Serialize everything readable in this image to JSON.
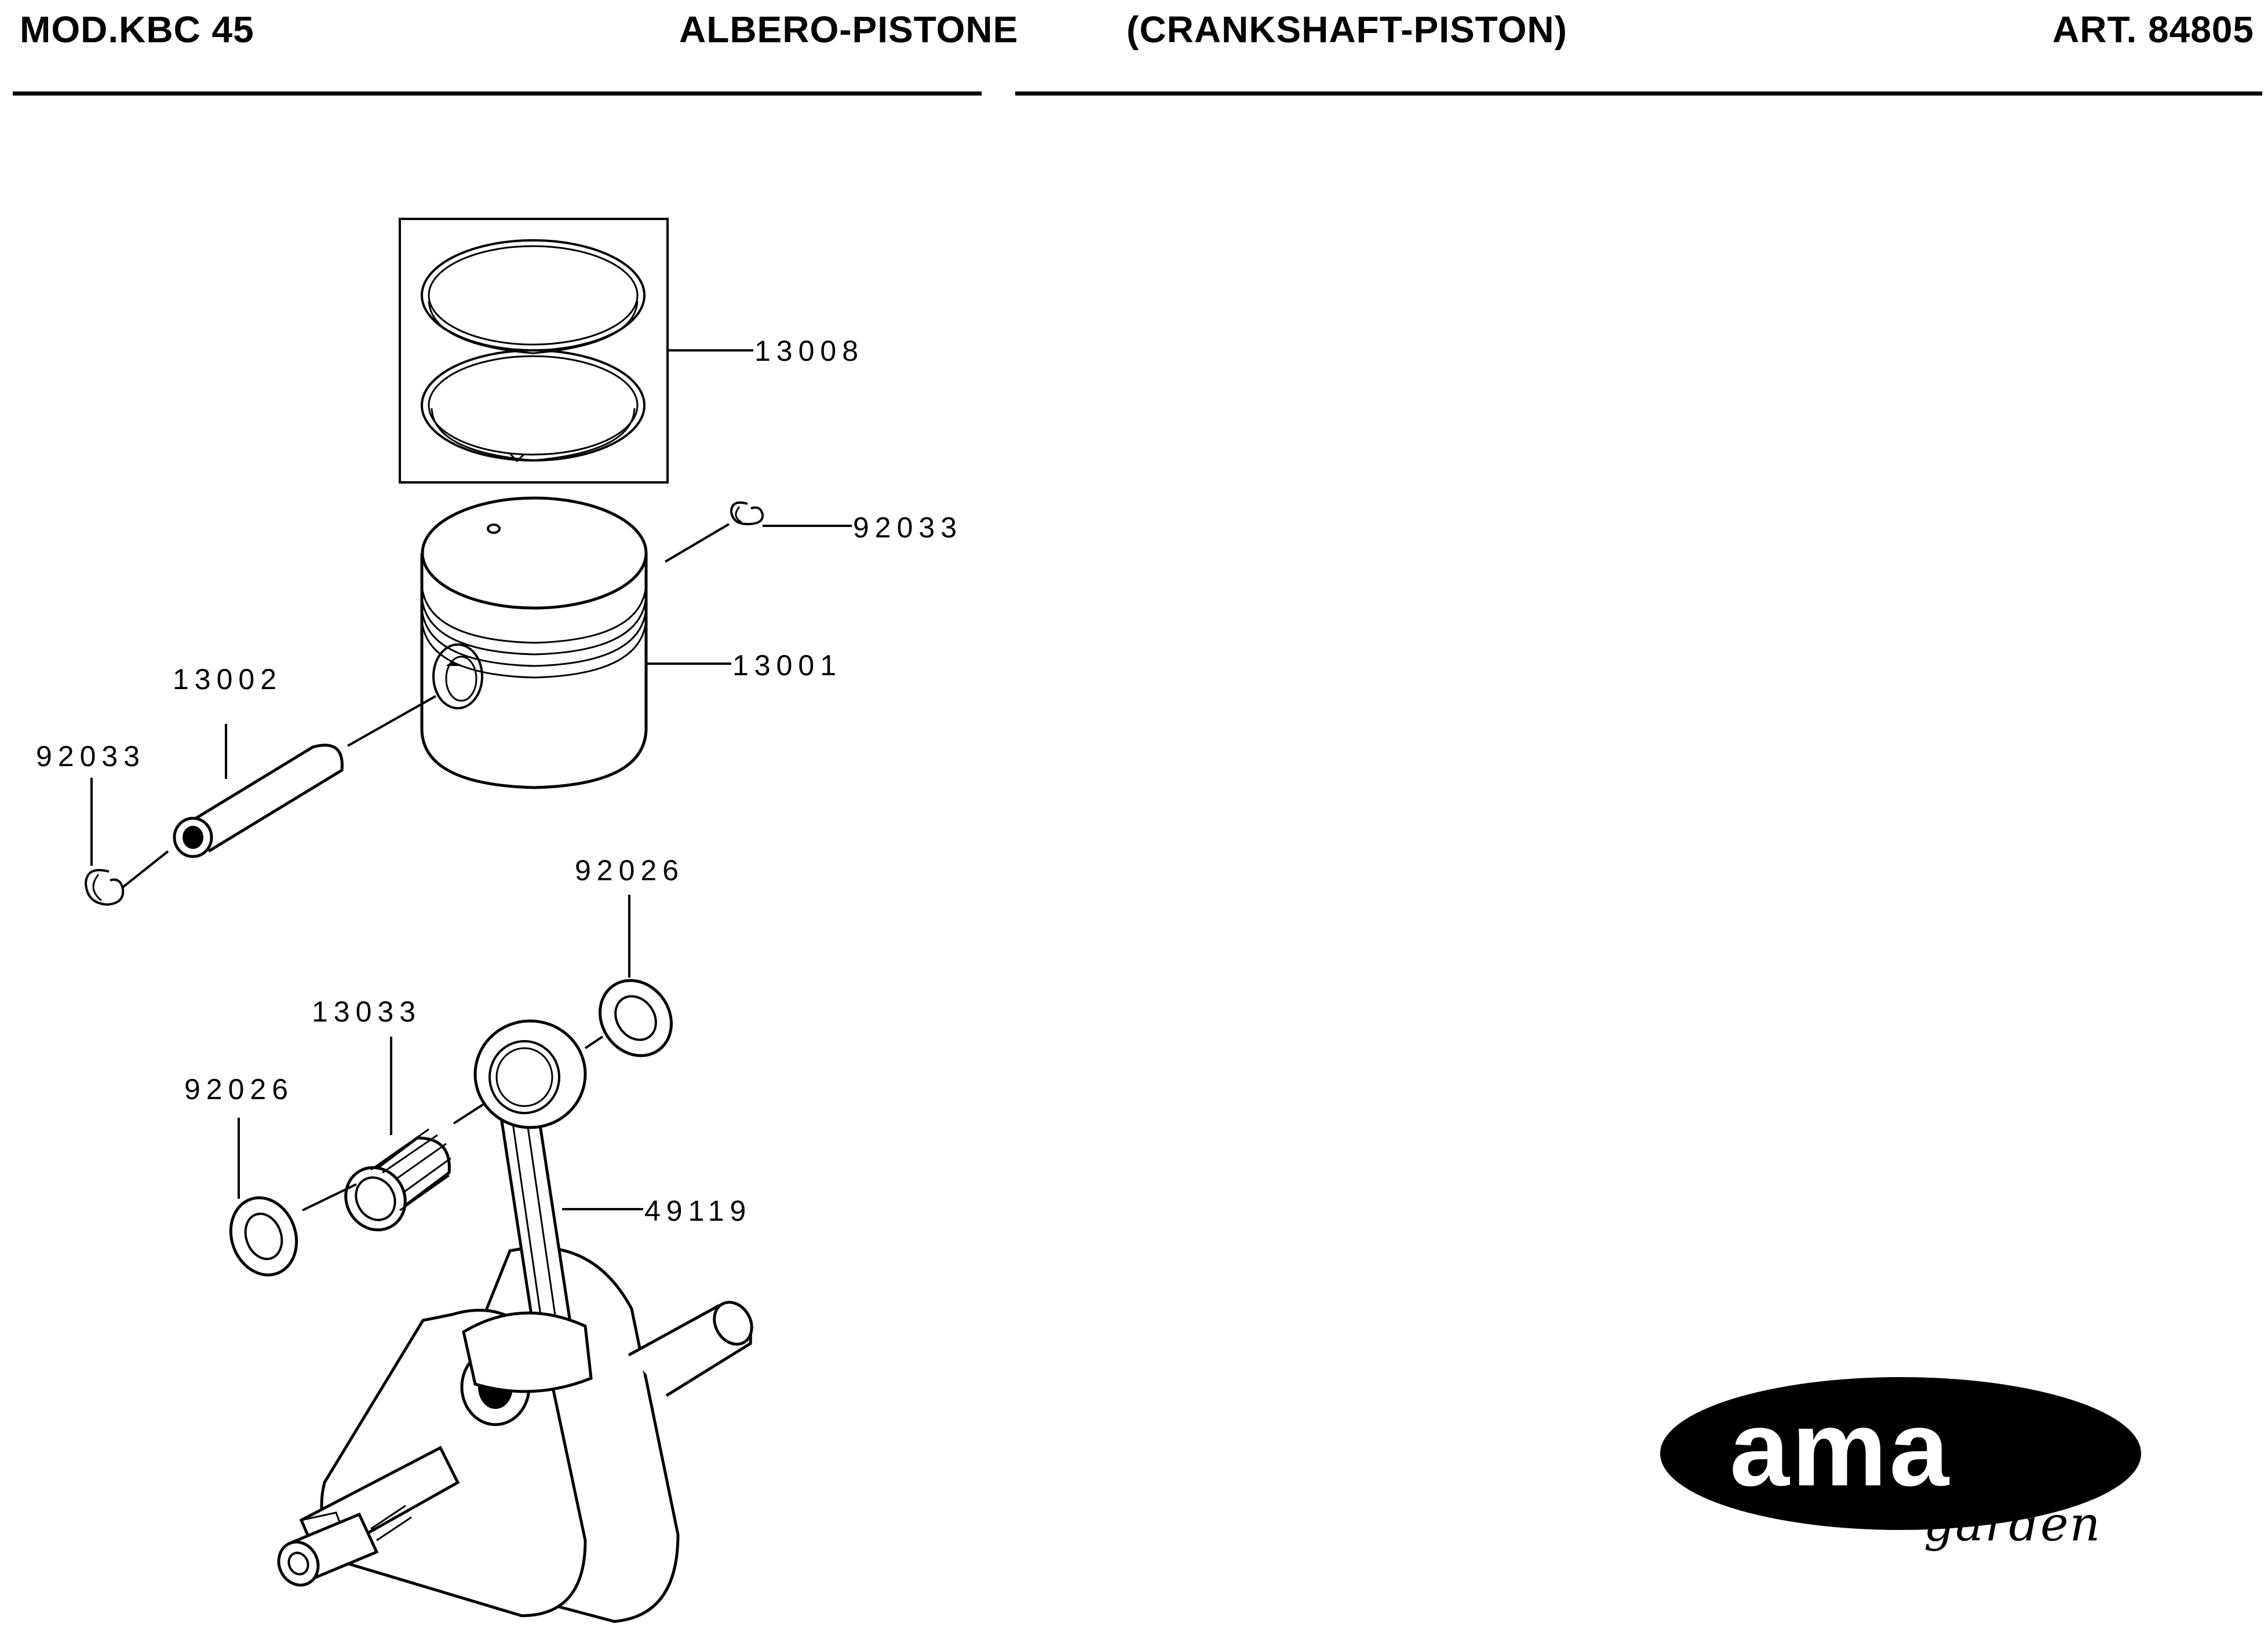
{
  "header": {
    "model": "MOD.KBC 45",
    "title_it": "ALBERO-PISTONE",
    "title_en": "(CRANKSHAFT-PISTON)",
    "article": "ART. 84805"
  },
  "parts": {
    "rings": "13008",
    "circlip_right": "92033",
    "piston": "13001",
    "pin": "13002",
    "circlip_left": "92033",
    "washer_right": "92026",
    "needle_bearing": "13033",
    "washer_left": "92026",
    "crankshaft": "49119"
  },
  "logo": {
    "brand": "ama",
    "sub": "garden"
  }
}
